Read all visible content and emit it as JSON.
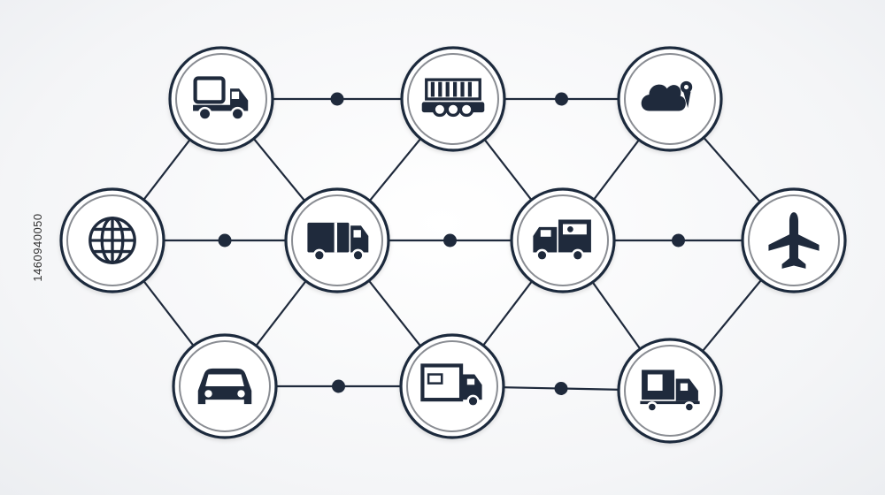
{
  "diagram": {
    "colors": {
      "ink": "#1f2a3c",
      "ring": "#8a8d93",
      "fill": "#ffffff"
    },
    "nodes": [
      {
        "id": "tow-truck",
        "icon": "tow-truck-icon"
      },
      {
        "id": "freight-train",
        "icon": "freight-railcar-icon"
      },
      {
        "id": "cloud-pin",
        "icon": "cloud-location-icon"
      },
      {
        "id": "globe",
        "icon": "globe-icon"
      },
      {
        "id": "delivery-truck",
        "icon": "box-truck-icon"
      },
      {
        "id": "cargo-van",
        "icon": "cargo-van-icon"
      },
      {
        "id": "airplane",
        "icon": "airplane-icon"
      },
      {
        "id": "car",
        "icon": "car-icon"
      },
      {
        "id": "courier-truck",
        "icon": "courier-truck-icon"
      },
      {
        "id": "shipping-truck",
        "icon": "shipping-truck-icon"
      }
    ],
    "edges": [
      [
        "tow-truck",
        "freight-train"
      ],
      [
        "freight-train",
        "cloud-pin"
      ],
      [
        "globe",
        "delivery-truck"
      ],
      [
        "delivery-truck",
        "cargo-van"
      ],
      [
        "cargo-van",
        "airplane"
      ],
      [
        "car",
        "courier-truck"
      ],
      [
        "courier-truck",
        "shipping-truck"
      ],
      [
        "tow-truck",
        "globe"
      ],
      [
        "tow-truck",
        "delivery-truck"
      ],
      [
        "freight-train",
        "delivery-truck"
      ],
      [
        "freight-train",
        "cargo-van"
      ],
      [
        "cloud-pin",
        "cargo-van"
      ],
      [
        "cloud-pin",
        "airplane"
      ],
      [
        "globe",
        "car"
      ],
      [
        "delivery-truck",
        "car"
      ],
      [
        "delivery-truck",
        "courier-truck"
      ],
      [
        "cargo-van",
        "courier-truck"
      ],
      [
        "cargo-van",
        "shipping-truck"
      ],
      [
        "airplane",
        "shipping-truck"
      ]
    ],
    "connector_dots": [
      [
        "tow-truck",
        "freight-train"
      ],
      [
        "freight-train",
        "cloud-pin"
      ],
      [
        "globe",
        "delivery-truck"
      ],
      [
        "delivery-truck",
        "cargo-van"
      ],
      [
        "cargo-van",
        "airplane"
      ],
      [
        "car",
        "courier-truck"
      ],
      [
        "courier-truck",
        "shipping-truck"
      ]
    ]
  },
  "stock_id": "1460940050"
}
